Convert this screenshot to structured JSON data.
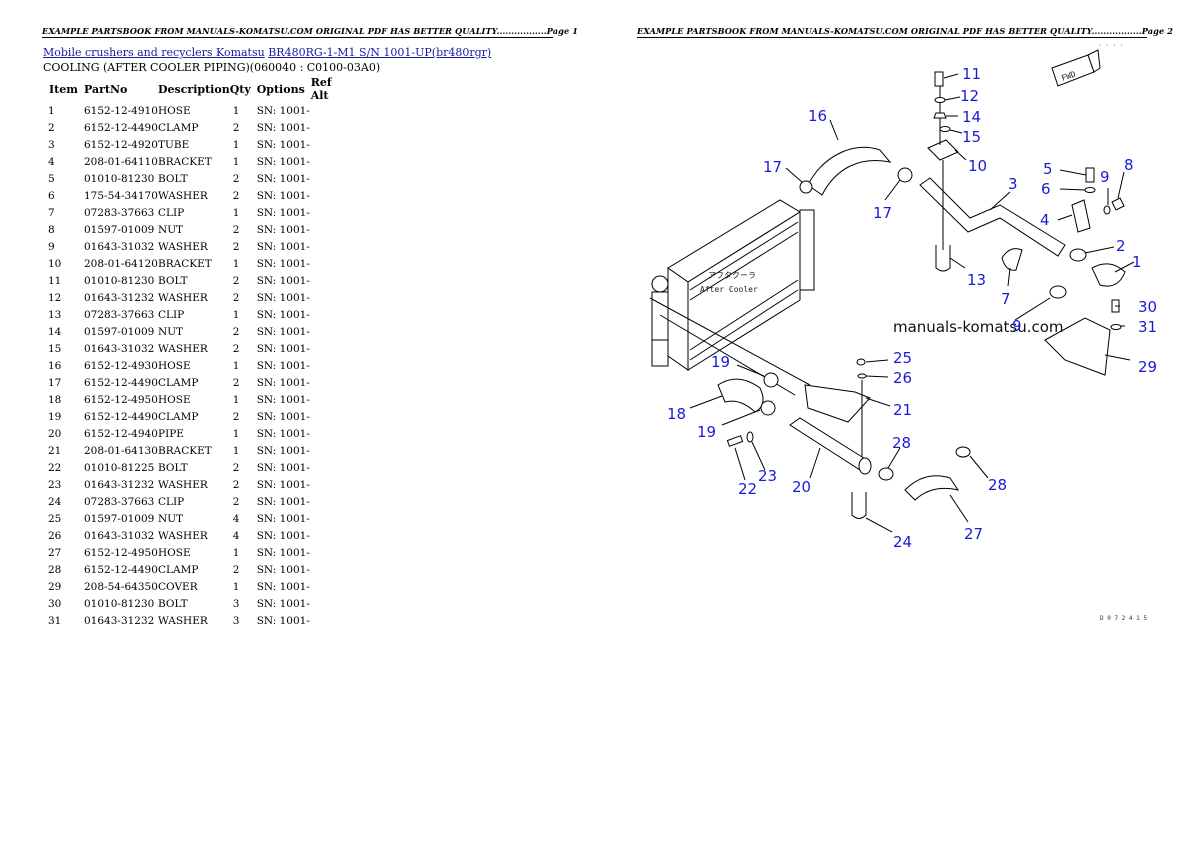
{
  "header_text_1": "EXAMPLE PARTSBOOK FROM MANUALS-KOMATSU.COM ORIGINAL PDF HAS BETTER QUALITY.................Page 1",
  "header_text_2": "EXAMPLE PARTSBOOK FROM MANUALS-KOMATSU.COM ORIGINAL PDF HAS BETTER QUALITY.................Page 2",
  "breadcrumb": {
    "link1": "Mobile crushers and recyclers Komatsu",
    "link2": "BR480RG-1-M1 S/N 1001-UP(br480rgr)"
  },
  "subtitle": "COOLING (AFTER COOLER PIPING)(060040 : C0100-03A0)",
  "table": {
    "headers": [
      "Item",
      "PartNo",
      "Description",
      "Qty",
      "Options",
      "Ref Alt"
    ],
    "rows": [
      [
        "1",
        "6152-12-4910",
        "HOSE",
        "1",
        "SN: 1001-"
      ],
      [
        "2",
        "6152-12-4490",
        "CLAMP",
        "2",
        "SN: 1001-"
      ],
      [
        "3",
        "6152-12-4920",
        "TUBE",
        "1",
        "SN: 1001-"
      ],
      [
        "4",
        "208-01-64110",
        "BRACKET",
        "1",
        "SN: 1001-"
      ],
      [
        "5",
        "01010-81230",
        "BOLT",
        "2",
        "SN: 1001-"
      ],
      [
        "6",
        "175-54-34170",
        "WASHER",
        "2",
        "SN: 1001-"
      ],
      [
        "7",
        "07283-37663",
        "CLIP",
        "1",
        "SN: 1001-"
      ],
      [
        "8",
        "01597-01009",
        "NUT",
        "2",
        "SN: 1001-"
      ],
      [
        "9",
        "01643-31032",
        "WASHER",
        "2",
        "SN: 1001-"
      ],
      [
        "10",
        "208-01-64120",
        "BRACKET",
        "1",
        "SN: 1001-"
      ],
      [
        "11",
        "01010-81230",
        "BOLT",
        "2",
        "SN: 1001-"
      ],
      [
        "12",
        "01643-31232",
        "WASHER",
        "2",
        "SN: 1001-"
      ],
      [
        "13",
        "07283-37663",
        "CLIP",
        "1",
        "SN: 1001-"
      ],
      [
        "14",
        "01597-01009",
        "NUT",
        "2",
        "SN: 1001-"
      ],
      [
        "15",
        "01643-31032",
        "WASHER",
        "2",
        "SN: 1001-"
      ],
      [
        "16",
        "6152-12-4930",
        "HOSE",
        "1",
        "SN: 1001-"
      ],
      [
        "17",
        "6152-12-4490",
        "CLAMP",
        "2",
        "SN: 1001-"
      ],
      [
        "18",
        "6152-12-4950",
        "HOSE",
        "1",
        "SN: 1001-"
      ],
      [
        "19",
        "6152-12-4490",
        "CLAMP",
        "2",
        "SN: 1001-"
      ],
      [
        "20",
        "6152-12-4940",
        "PIPE",
        "1",
        "SN: 1001-"
      ],
      [
        "21",
        "208-01-64130",
        "BRACKET",
        "1",
        "SN: 1001-"
      ],
      [
        "22",
        "01010-81225",
        "BOLT",
        "2",
        "SN: 1001-"
      ],
      [
        "23",
        "01643-31232",
        "WASHER",
        "2",
        "SN: 1001-"
      ],
      [
        "24",
        "07283-37663",
        "CLIP",
        "2",
        "SN: 1001-"
      ],
      [
        "25",
        "01597-01009",
        "NUT",
        "4",
        "SN: 1001-"
      ],
      [
        "26",
        "01643-31032",
        "WASHER",
        "4",
        "SN: 1001-"
      ],
      [
        "27",
        "6152-12-4950",
        "HOSE",
        "1",
        "SN: 1001-"
      ],
      [
        "28",
        "6152-12-4490",
        "CLAMP",
        "2",
        "SN: 1001-"
      ],
      [
        "29",
        "208-54-64350",
        "COVER",
        "1",
        "SN: 1001-"
      ],
      [
        "30",
        "01010-81230",
        "BOLT",
        "3",
        "SN: 1001-"
      ],
      [
        "31",
        "01643-31232",
        "WASHER",
        "3",
        "SN: 1001-"
      ]
    ]
  },
  "diagram": {
    "watermark": "manuals-komatsu.com",
    "fwd_label": "FWD",
    "jp_label": "アフタクーラ",
    "after_cooler_label": "After Cooler",
    "ref_code": "D 0 7 2 4 1 5",
    "callouts": [
      "11",
      "12",
      "14",
      "15",
      "10",
      "16",
      "17",
      "17",
      "5",
      "6",
      "8",
      "9",
      "3",
      "4",
      "2",
      "1",
      "13",
      "7",
      "30",
      "31",
      "29",
      "9",
      "25",
      "26",
      "21",
      "19",
      "18",
      "19",
      "20",
      "23",
      "22",
      "28",
      "28",
      "27",
      "24"
    ]
  },
  "colors": {
    "link": "#1a1aa6",
    "callout": "#1b1bd6"
  }
}
